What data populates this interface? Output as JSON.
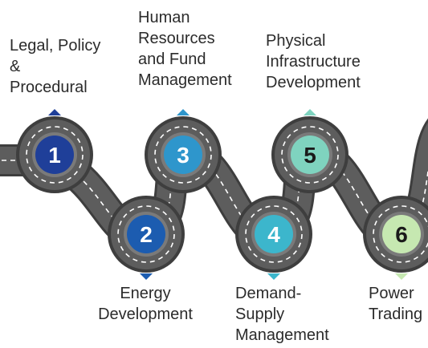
{
  "stages": [
    {
      "number": "1",
      "label": "Legal, Policy\n&\nProcedural",
      "color": "#1f3f99"
    },
    {
      "number": "2",
      "label": "Energy\nDevelopment",
      "color": "#1c5cb0"
    },
    {
      "number": "3",
      "label": "Human\nResources\nand Fund\nManagement",
      "color": "#2e96cc"
    },
    {
      "number": "4",
      "label": "Demand-\nSupply\nManagement",
      "color": "#3cb6cc"
    },
    {
      "number": "5",
      "label": "Physical\nInfrastructure\nDevelopment",
      "color": "#7fd3bf"
    },
    {
      "number": "6",
      "label": "Power\nTrading",
      "color": "#c6e8b1"
    }
  ],
  "colors": {
    "road": "#5d5d5d",
    "road_edge": "#3e3e3e",
    "ring": "#7a7a7a",
    "lane_marking": "#ffffff",
    "number_dark": "#ffffff",
    "number_light": "#1a1a1a"
  }
}
